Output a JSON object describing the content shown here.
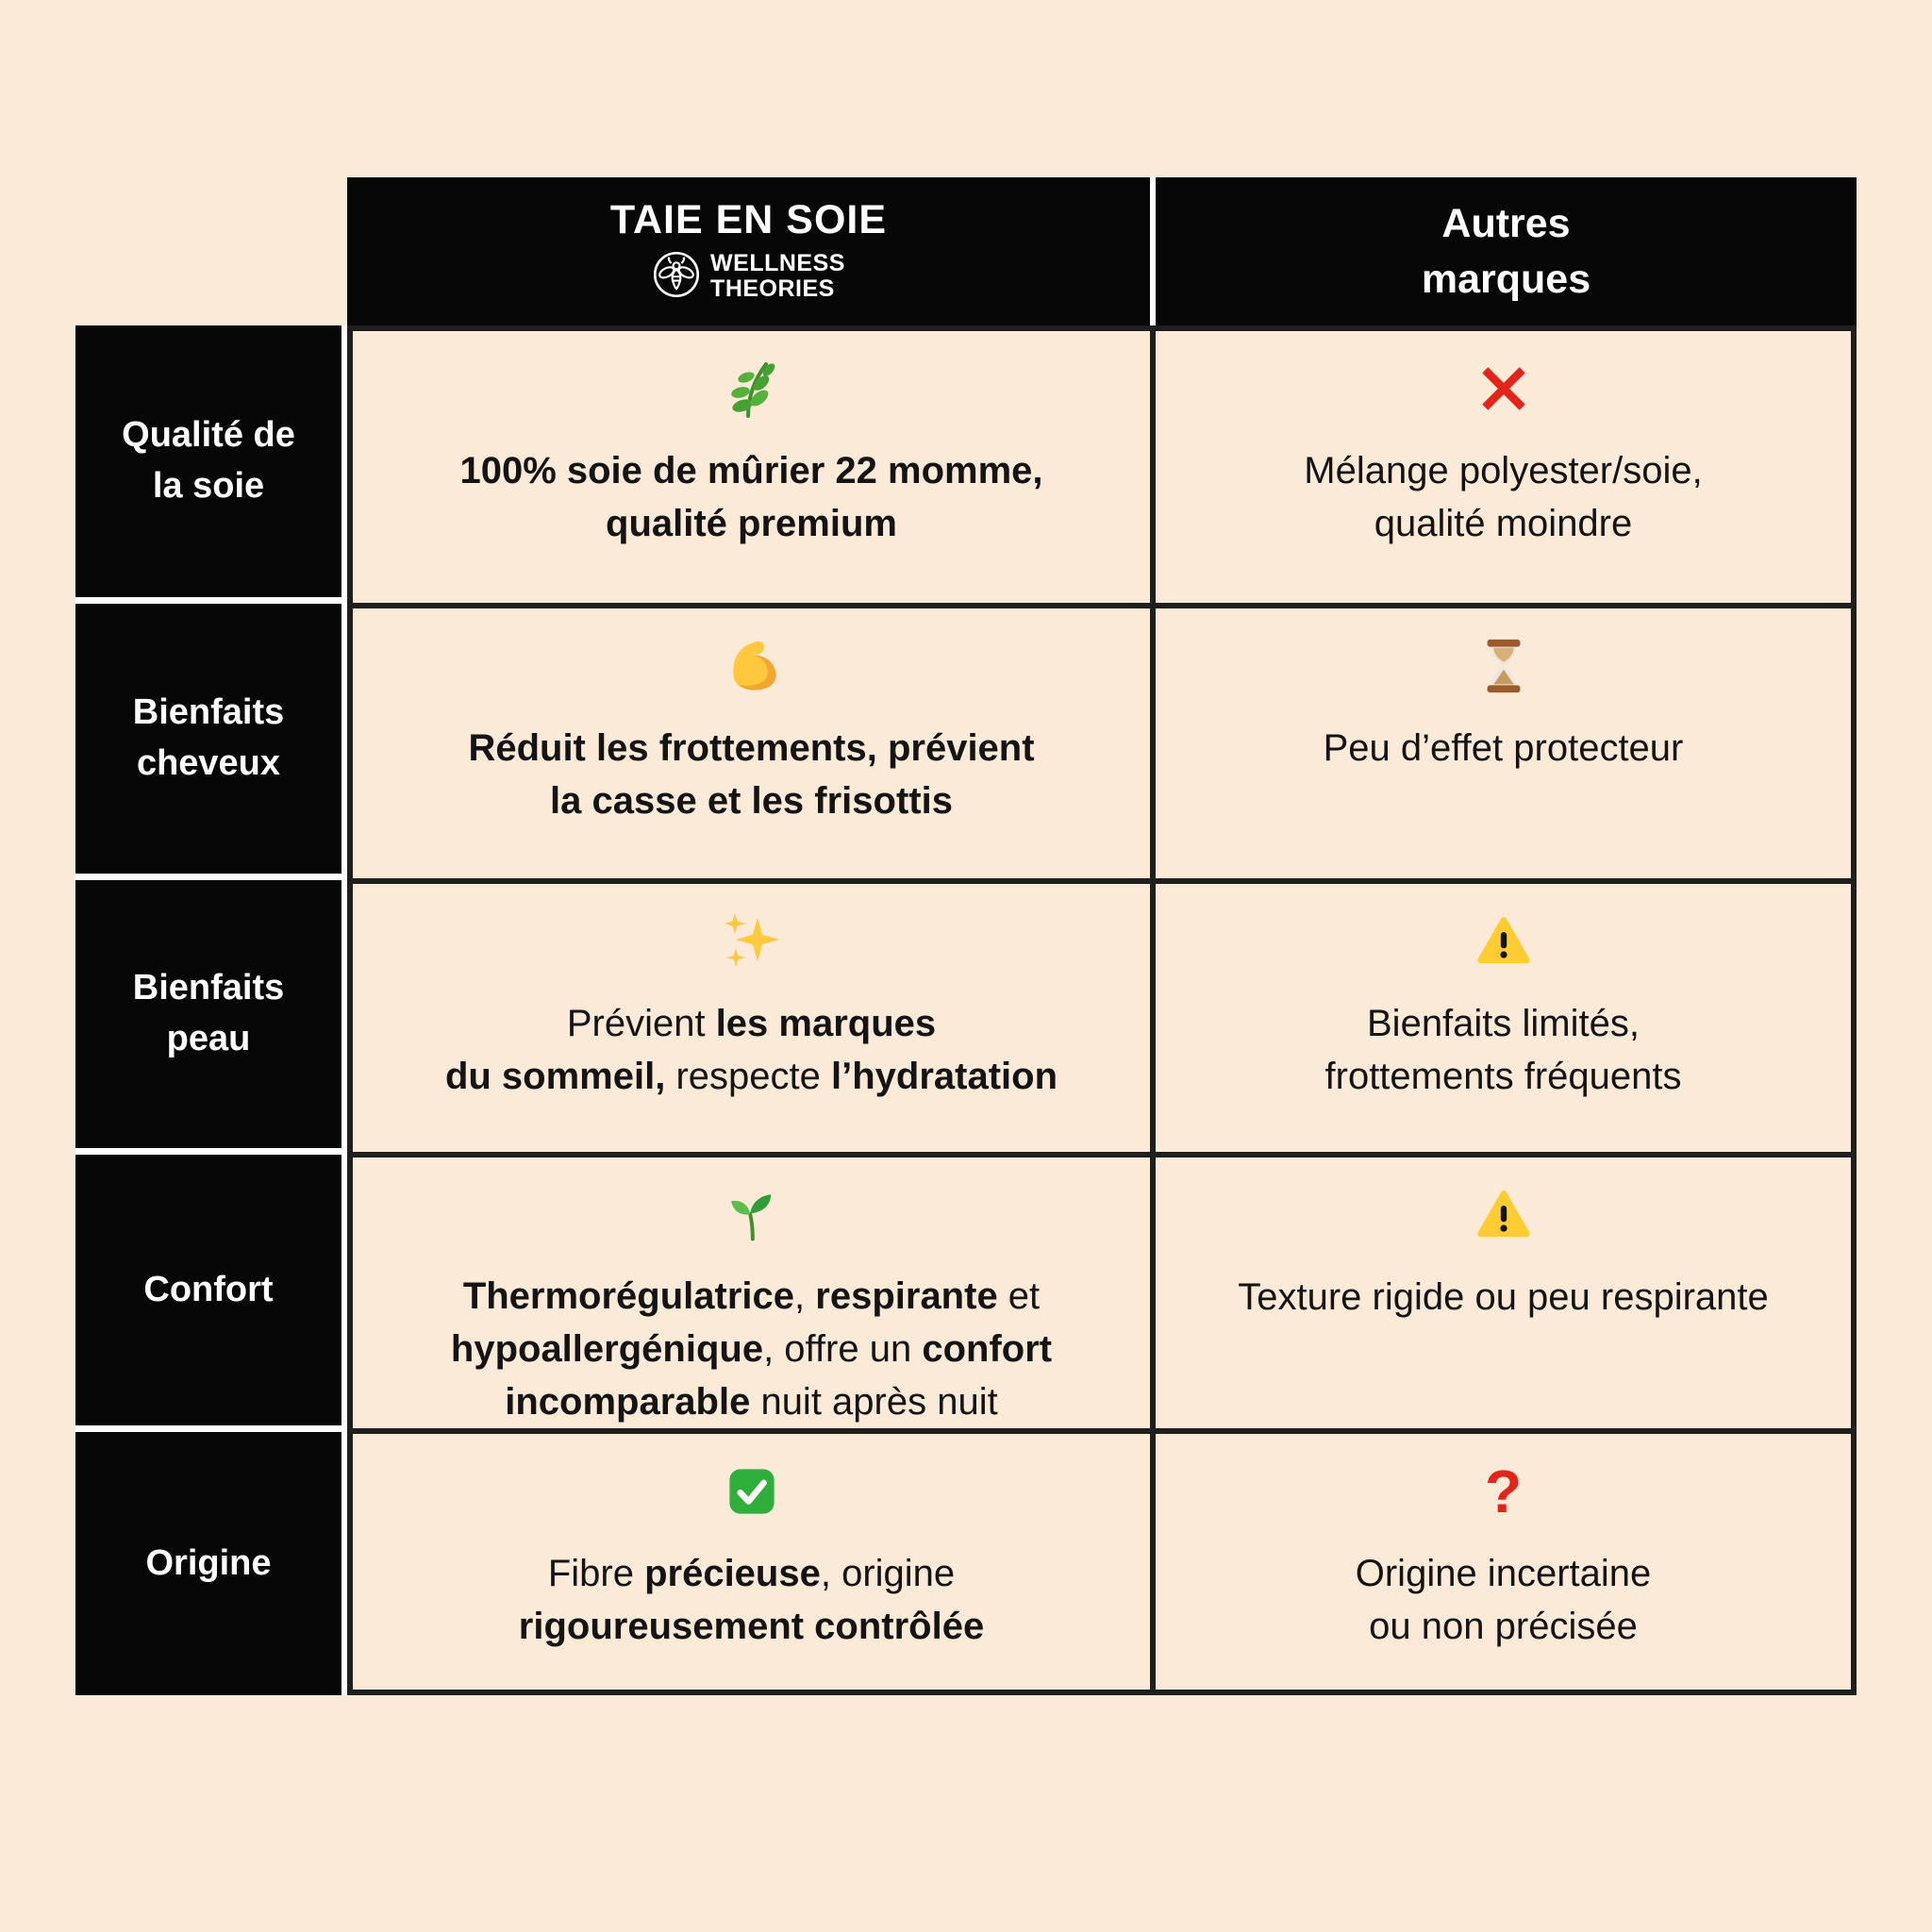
{
  "colors": {
    "background": "#fcead8",
    "cell_black": "#070707",
    "grid_border": "#1f1f1f",
    "text": "#141414",
    "accent_red": "#e2251b",
    "accent_yellow": "#ffcc32",
    "accent_green": "#2fae3b"
  },
  "header": {
    "brand": {
      "title": "TAIE EN SOIE",
      "logo_icon": "bee-logo-icon",
      "logo_line1": "WELLNESS",
      "logo_line2": "THEORIES"
    },
    "other": {
      "title": "Autres\nmarques"
    }
  },
  "rows": [
    {
      "label": "Qualité de\nla soie",
      "brand": {
        "icon": "herb-icon",
        "segments": [
          {
            "text": "100% soie de mûrier 22 momme,\nqualité premium",
            "bold": true
          }
        ]
      },
      "other": {
        "icon": "cross-mark-icon",
        "segments": [
          {
            "text": "Mélange polyester/soie,\nqualité moindre",
            "bold": false
          }
        ]
      }
    },
    {
      "label": "Bienfaits\ncheveux",
      "brand": {
        "icon": "flexed-biceps-icon",
        "segments": [
          {
            "text": "Réduit les frottements, prévient\nla casse et les frisottis",
            "bold": true
          }
        ]
      },
      "other": {
        "icon": "hourglass-icon",
        "segments": [
          {
            "text": "Peu d’effet protecteur",
            "bold": false
          }
        ]
      }
    },
    {
      "label": "Bienfaits\npeau",
      "brand": {
        "icon": "sparkles-icon",
        "segments": [
          {
            "text": "Prévient ",
            "bold": false
          },
          {
            "text": "les marques\ndu sommeil,",
            "bold": true
          },
          {
            "text": " respecte ",
            "bold": false
          },
          {
            "text": "l’hydratation",
            "bold": true
          }
        ]
      },
      "other": {
        "icon": "warning-icon",
        "segments": [
          {
            "text": "Bienfaits limités,\nfrottements fréquents",
            "bold": false
          }
        ]
      }
    },
    {
      "label": "Confort",
      "brand": {
        "icon": "seedling-icon",
        "segments": [
          {
            "text": "Thermorégulatrice",
            "bold": true
          },
          {
            "text": ", ",
            "bold": false
          },
          {
            "text": "respirante",
            "bold": true
          },
          {
            "text": " et\n",
            "bold": false
          },
          {
            "text": "hypoallergénique",
            "bold": true
          },
          {
            "text": ", offre un ",
            "bold": false
          },
          {
            "text": "confort\nincomparable",
            "bold": true
          },
          {
            "text": " nuit après nuit",
            "bold": false
          }
        ]
      },
      "other": {
        "icon": "warning-icon",
        "segments": [
          {
            "text": "Texture rigide ou peu respirante",
            "bold": false
          }
        ]
      }
    },
    {
      "label": "Origine",
      "brand": {
        "icon": "check-mark-icon",
        "segments": [
          {
            "text": "Fibre ",
            "bold": false
          },
          {
            "text": "précieuse",
            "bold": true
          },
          {
            "text": ", origine\n",
            "bold": false
          },
          {
            "text": "rigoureusement contrôlée",
            "bold": true
          }
        ]
      },
      "other": {
        "icon": "question-mark-icon",
        "question_glyph": "?",
        "segments": [
          {
            "text": "Origine incertaine\nou non précisée",
            "bold": false
          }
        ]
      }
    }
  ]
}
